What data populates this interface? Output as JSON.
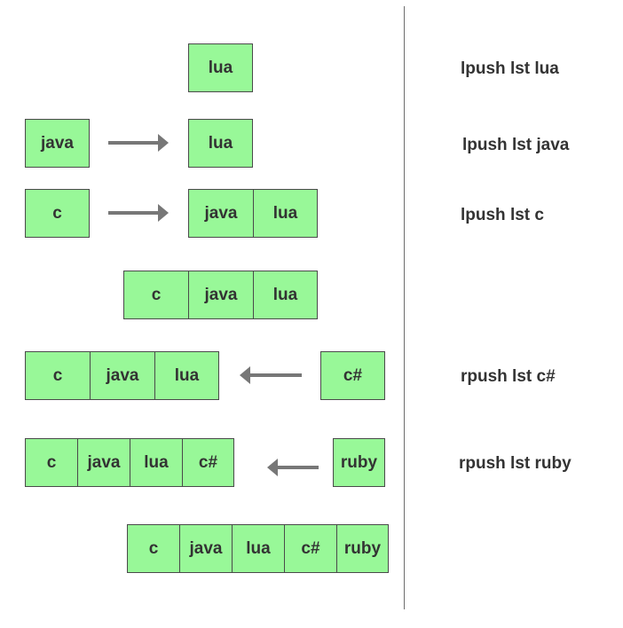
{
  "colors": {
    "box_fill": "#98f898",
    "box_border": "#4a4a4a",
    "text": "#333333",
    "arrow": "#777777",
    "divider": "#6e6e6e"
  },
  "steps": [
    {
      "command": "lpush lst lua",
      "incoming": null,
      "list": [
        "lua"
      ]
    },
    {
      "command": "lpush lst java",
      "incoming": "java",
      "list": [
        "lua"
      ]
    },
    {
      "command": "lpush lst c",
      "incoming": "c",
      "list": [
        "java",
        "lua"
      ],
      "result": [
        "c",
        "java",
        "lua"
      ]
    },
    {
      "command": "rpush lst c#",
      "incoming": "c#",
      "list": [
        "c",
        "java",
        "lua"
      ]
    },
    {
      "command": "rpush lst ruby",
      "incoming": "ruby",
      "list": [
        "c",
        "java",
        "lua",
        "c#"
      ],
      "result": [
        "c",
        "java",
        "lua",
        "c#",
        "ruby"
      ]
    }
  ]
}
